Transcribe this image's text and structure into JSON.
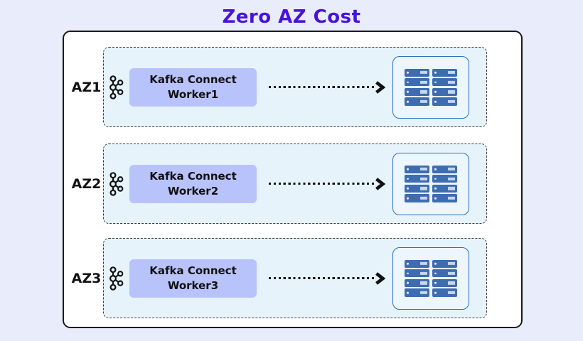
{
  "title": "Zero AZ Cost",
  "zones": [
    {
      "label": "AZ1",
      "worker_label": "Kafka Connect Worker1"
    },
    {
      "label": "AZ2",
      "worker_label": "Kafka Connect Worker2"
    },
    {
      "label": "AZ3",
      "worker_label": "Kafka Connect Worker3"
    }
  ],
  "icons": {
    "worker_icon": "kafka-logo-icon",
    "target_icon": "server-rack-icon",
    "connector_icon": "dotted-arrow-right-icon"
  },
  "rack": {
    "columns": 2,
    "rows": 4
  },
  "colors": {
    "page_bg": "#e9ecfb",
    "panel_bg": "#ffffff",
    "panel_border": "#1a1a1a",
    "az_fill": "#e6f3fb",
    "az_border": "#3a3a3a",
    "worker_fill": "#b9c3fb",
    "rack_fill": "#edf6fd",
    "rack_border": "#2a6fc6",
    "server_fill": "#3e6cb0",
    "server_bar": "#c6d7ee",
    "title_color": "#4713d8",
    "text_color": "#111111"
  }
}
